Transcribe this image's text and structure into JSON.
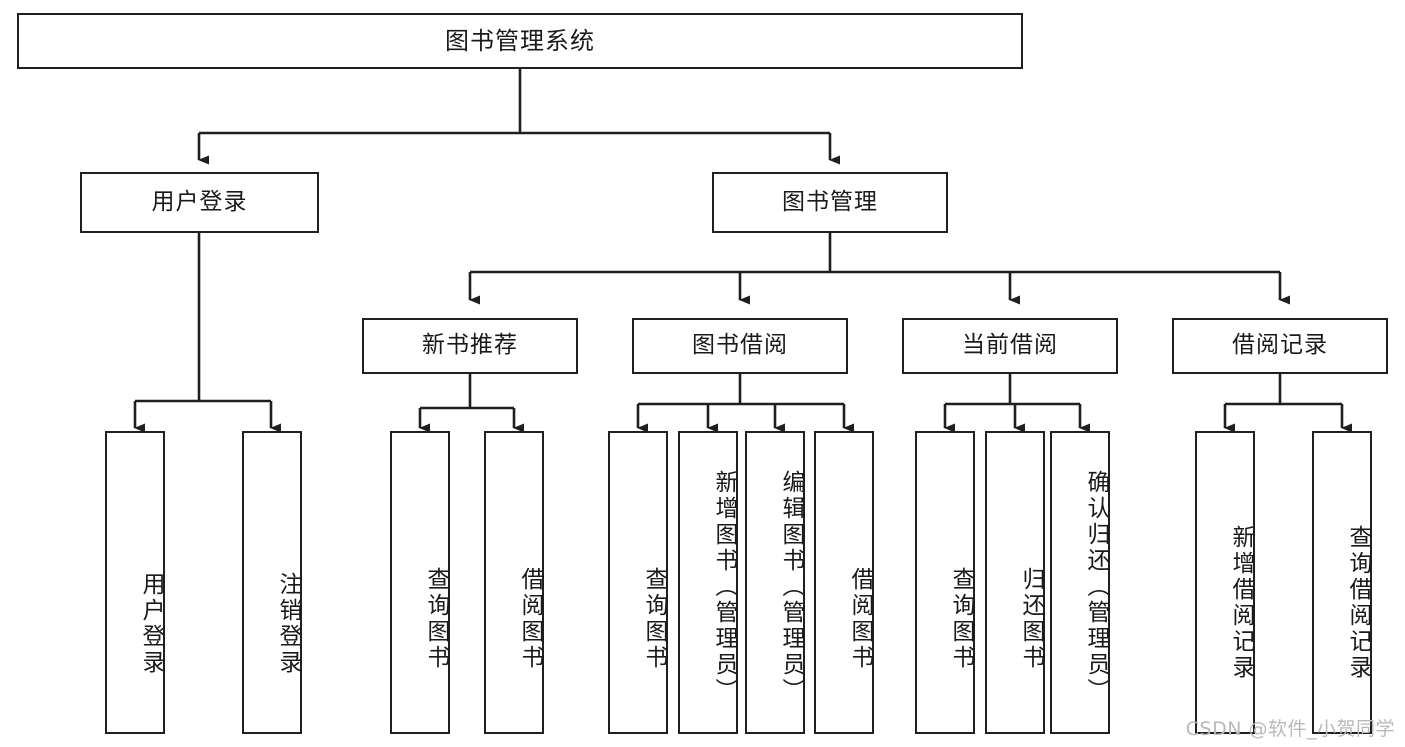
{
  "diagram": {
    "title": "图书管理系统",
    "watermark": "CSDN @软件_小贺同学",
    "line_color": "#1f1f1f",
    "box_fill": "#ffffff",
    "text_color": "#1a1a1a",
    "watermark_color": "#b9b9b9"
  },
  "nodes": {
    "root": {
      "label": "图书管理系统"
    },
    "level2": [
      {
        "label": "用户登录"
      },
      {
        "label": "图书管理"
      }
    ],
    "level3": [
      {
        "label": "新书推荐"
      },
      {
        "label": "图书借阅"
      },
      {
        "label": "当前借阅"
      },
      {
        "label": "借阅记录"
      }
    ],
    "leaves_user_login": [
      {
        "label": "用户登录"
      },
      {
        "label": "注销登录"
      }
    ],
    "leaves_new_book": [
      {
        "label": "查询图书"
      },
      {
        "label": "借阅图书"
      }
    ],
    "leaves_borrow": [
      {
        "label": "查询图书"
      },
      {
        "label": "新增图书（管理员）"
      },
      {
        "label": "编辑图书（管理员）"
      },
      {
        "label": "借阅图书"
      }
    ],
    "leaves_current": [
      {
        "label": "查询图书"
      },
      {
        "label": "归还图书"
      },
      {
        "label": "确认归还（管理员）"
      }
    ],
    "leaves_record": [
      {
        "label": "新增借阅记录"
      },
      {
        "label": "查询借阅记录"
      }
    ]
  }
}
